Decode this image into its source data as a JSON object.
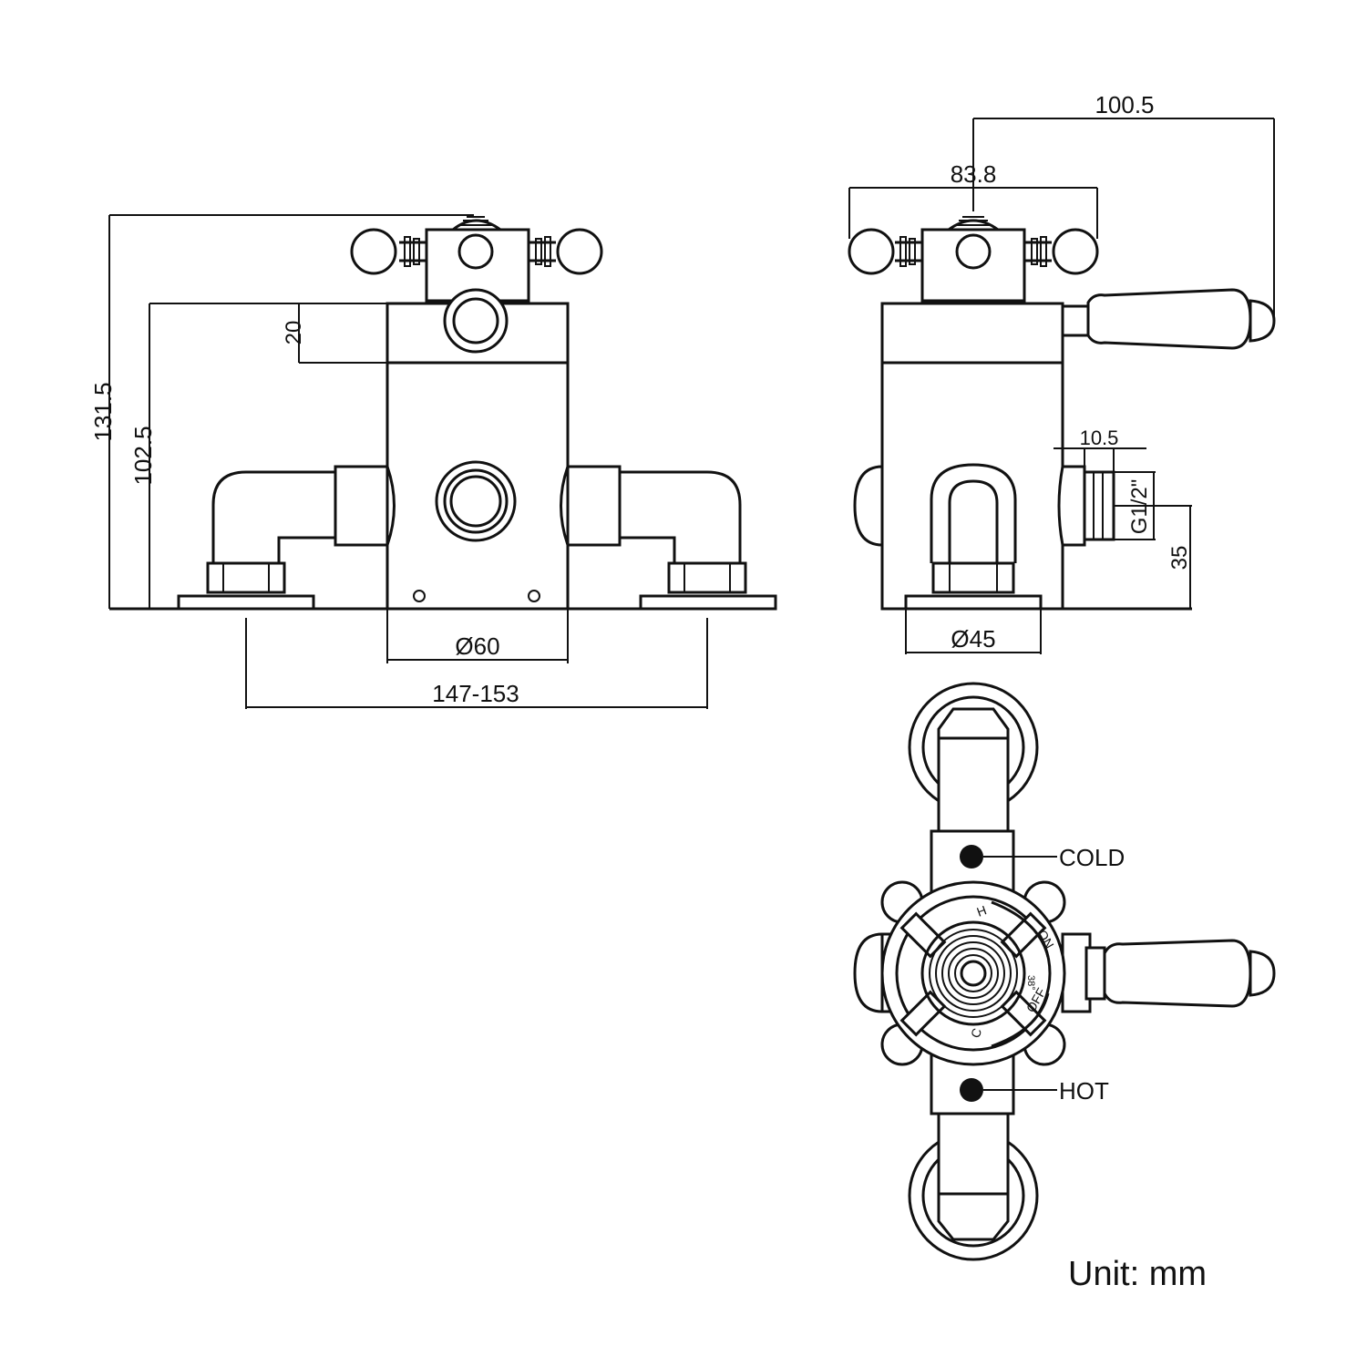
{
  "dimensions": {
    "overall_height": "131.5",
    "body_height": "102.5",
    "top_band": "20",
    "body_diameter": "Ø60",
    "inlet_centres": "147-153",
    "handle_span": "83.8",
    "lever_reach": "100.5",
    "outlet_thread_length": "10.5",
    "outlet_thread": "G1/2\"",
    "outlet_height": "35",
    "flange_diameter": "Ø45"
  },
  "labels": {
    "cold": "COLD",
    "hot": "HOT",
    "dial_h": "H",
    "dial_on": "ON",
    "dial_off": "OFF",
    "dial_c": "C",
    "dial_temp": "38°"
  },
  "unit_note": "Unit: mm",
  "colors": {
    "line": "#111111",
    "background": "#ffffff"
  }
}
